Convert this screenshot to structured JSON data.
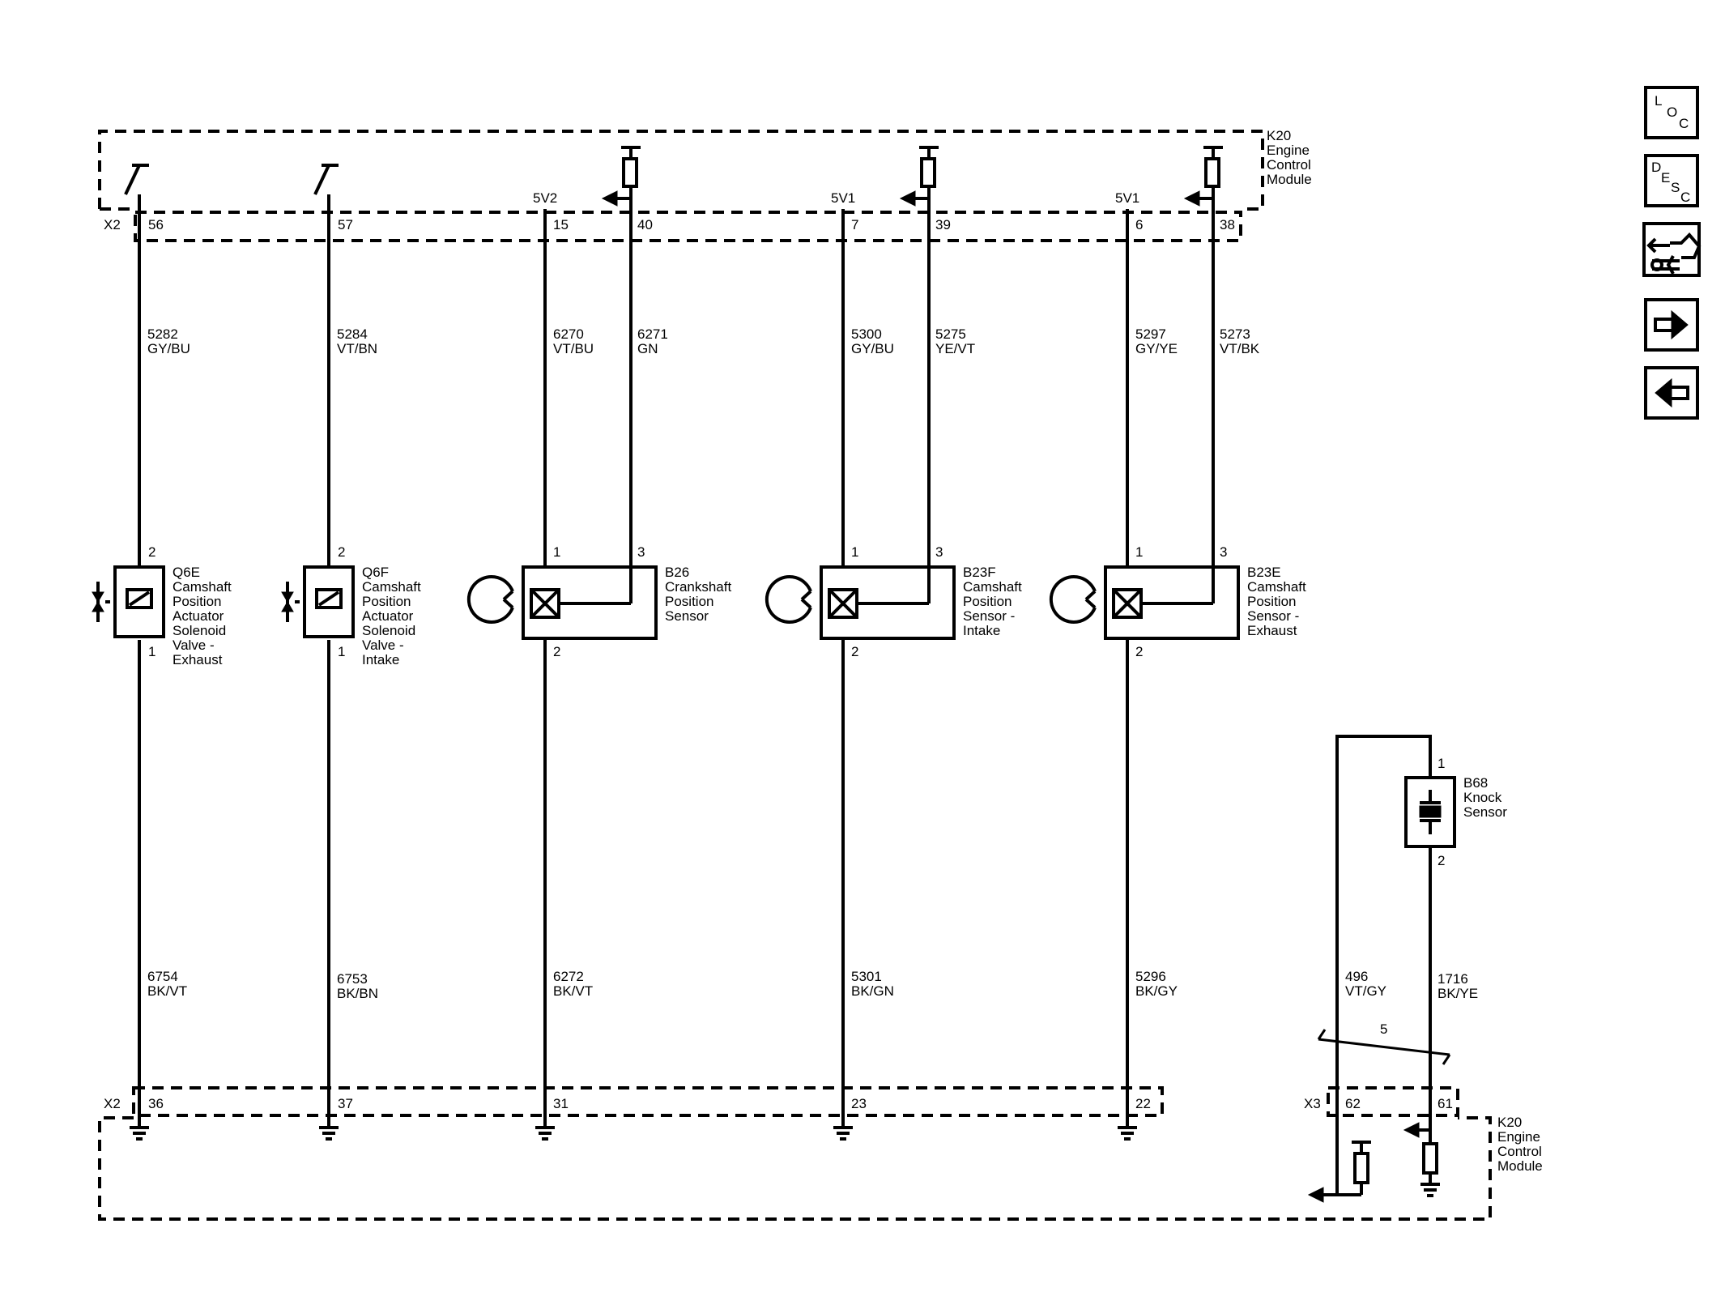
{
  "module": {
    "top_label": [
      "K20",
      "Engine",
      "Control",
      "Module"
    ],
    "bottom_label": [
      "K20",
      "Engine",
      "Control",
      "Module"
    ],
    "top_connector": "X2",
    "bottom_connector_left": "X2",
    "bottom_connector_right": "X3"
  },
  "supplies": {
    "crank": "5V2",
    "cam_intake": "5V1",
    "cam_exhaust": "5V1"
  },
  "pins": {
    "top": [
      "56",
      "57",
      "15",
      "40",
      "7",
      "39",
      "6",
      "38"
    ],
    "bottom": [
      "36",
      "37",
      "31",
      "23",
      "22",
      "62",
      "61"
    ]
  },
  "wires_upper": [
    {
      "circuit": "5282",
      "color": "GY/BU"
    },
    {
      "circuit": "5284",
      "color": "VT/BN"
    },
    {
      "circuit": "6270",
      "color": "VT/BU"
    },
    {
      "circuit": "6271",
      "color": "GN"
    },
    {
      "circuit": "5300",
      "color": "GY/BU"
    },
    {
      "circuit": "5275",
      "color": "YE/VT"
    },
    {
      "circuit": "5297",
      "color": "GY/YE"
    },
    {
      "circuit": "5273",
      "color": "VT/BK"
    }
  ],
  "wires_lower": [
    {
      "circuit": "6754",
      "color": "BK/VT"
    },
    {
      "circuit": "6753",
      "color": "BK/BN"
    },
    {
      "circuit": "6272",
      "color": "BK/VT"
    },
    {
      "circuit": "5301",
      "color": "BK/GN"
    },
    {
      "circuit": "5296",
      "color": "BK/GY"
    },
    {
      "circuit": "496",
      "color": "VT/GY"
    },
    {
      "circuit": "1716",
      "color": "BK/YE"
    }
  ],
  "components": [
    {
      "id": "Q6E",
      "lines": [
        "Q6E",
        "Camshaft",
        "Position",
        "Actuator",
        "Solenoid",
        "Valve -",
        "Exhaust"
      ],
      "pin_top": "2",
      "pin_bottom": "1"
    },
    {
      "id": "Q6F",
      "lines": [
        "Q6F",
        "Camshaft",
        "Position",
        "Actuator",
        "Solenoid",
        "Valve -",
        "Intake"
      ],
      "pin_top": "2",
      "pin_bottom": "1"
    },
    {
      "id": "B26",
      "lines": [
        "B26",
        "Crankshaft",
        "Position",
        "Sensor"
      ],
      "pin_a": "1",
      "pin_b": "3",
      "pin_c": "2"
    },
    {
      "id": "B23F",
      "lines": [
        "B23F",
        "Camshaft",
        "Position",
        "Sensor -",
        "Intake"
      ],
      "pin_a": "1",
      "pin_b": "3",
      "pin_c": "2"
    },
    {
      "id": "B23E",
      "lines": [
        "B23E",
        "Camshaft",
        "Position",
        "Sensor -",
        "Exhaust"
      ],
      "pin_a": "1",
      "pin_b": "3",
      "pin_c": "2"
    },
    {
      "id": "B68",
      "lines": [
        "B68",
        "Knock",
        "Sensor"
      ],
      "pin_top": "1",
      "pin_bottom": "2"
    }
  ],
  "twist_label": "5",
  "nav": {
    "loc": [
      "L",
      "O",
      "C"
    ],
    "desc": [
      "D",
      "E",
      "S",
      "C"
    ]
  }
}
